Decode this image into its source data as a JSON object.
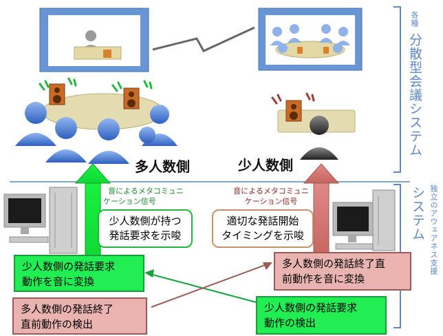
{
  "labels": {
    "distributed_prefix": "各種",
    "distributed_main": "分散型会議システム",
    "awareness_prefix": "独立のアウェアネス支援",
    "awareness_main": "システム",
    "many_side": "多人数側",
    "few_side": "少人数側"
  },
  "left_signal": {
    "caption_line1": "音によるメタコミュニ",
    "caption_line2": "ケーション信号",
    "box_line1": "少人数側が持つ",
    "box_line2": "発話要求を示唆"
  },
  "right_signal": {
    "caption_line1": "音によるメタコミュニ",
    "caption_line2": "ケーション信号",
    "box_line1": "適切な発話開始",
    "box_line2": "タイミングを示唆"
  },
  "boxes": {
    "convert_request_line1": "少人数側の発話要求",
    "convert_request_line2": "動作を音に変換",
    "convert_end_line1": "多人数側の発話終了直",
    "convert_end_line2": "前動作を音に変換",
    "detect_end_line1": "多人数側の発話終了",
    "detect_end_line2": "直前動作の検出",
    "detect_request_line1": "少人数側の発話要求",
    "detect_request_line2": "動作の検出"
  },
  "colors": {
    "accent_blue": "#5b86c9",
    "green_fill": "#21ee52",
    "green_text": "#1a8a2e",
    "pink_fill": "#e9b3b0",
    "pink_text": "#8b2a22"
  }
}
